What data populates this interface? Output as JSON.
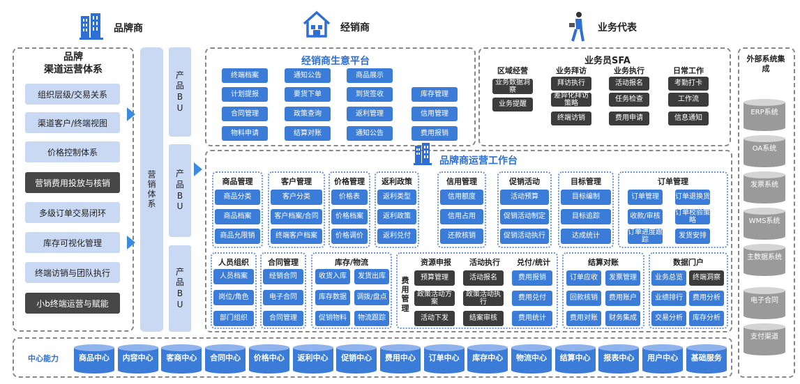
{
  "header": {
    "brand": "品牌商",
    "distributor": "经销商",
    "rep": "业务代表"
  },
  "left": {
    "title": "品牌\n渠道运营体系",
    "items": [
      {
        "label": "组织层级/交易关系",
        "style": "light"
      },
      {
        "label": "渠道客户/终端视图",
        "style": "light"
      },
      {
        "label": "价格控制体系",
        "style": "light"
      },
      {
        "label": "营销费用投放与核销",
        "style": "dark"
      },
      {
        "label": "多级订单交易闭环",
        "style": "light"
      },
      {
        "label": "库存可视化管理",
        "style": "light"
      },
      {
        "label": "终端访销与团队执行",
        "style": "light"
      },
      {
        "label": "小b终端运营与赋能",
        "style": "dark"
      }
    ]
  },
  "marketing_pillar": "营销体系",
  "product_bu": [
    "产品BU",
    "产品BU",
    "产品BU"
  ],
  "dealer_platform": {
    "title": "经销商生意平台",
    "rows": [
      [
        "终端档案",
        "通知公告",
        "商品展示",
        ""
      ],
      [
        "计划提报",
        "要货下单",
        "到货签收",
        "库存管理"
      ],
      [
        "合同管理",
        "政策查询",
        "返利管理",
        "信用管理"
      ],
      [
        "物料申请",
        "结算对账",
        "通知公告",
        "费用报销"
      ]
    ]
  },
  "sfa": {
    "title": "业务员SFA",
    "columns": [
      {
        "title": "区域经营",
        "items": [
          "业务数据洞察",
          "业务提醒"
        ]
      },
      {
        "title": "业务拜访",
        "items": [
          "拜访执行",
          "差异化拜访策略",
          "终端访销"
        ]
      },
      {
        "title": "业务执行",
        "items": [
          "活动报名",
          "任务检查",
          "费用申请"
        ]
      },
      {
        "title": "日常工作",
        "items": [
          "考勤打卡",
          "工作流",
          "信息通知"
        ]
      }
    ]
  },
  "workbench": {
    "title": "品牌商运营工作台",
    "top_groups": [
      {
        "title": "商品管理",
        "items": [
          "商品分类",
          "商品档案",
          "商品允限销"
        ]
      },
      {
        "title": "客户管理",
        "items": [
          "客户分类",
          "客户档案/合同",
          "终端客户档案"
        ]
      },
      {
        "title": "价格管理",
        "items": [
          "价格表",
          "价格档案",
          "价格调价"
        ]
      },
      {
        "title": "返利政策",
        "items": [
          "返利类型",
          "返利政策",
          "返利兑付"
        ]
      },
      {
        "title": "信用管理",
        "items": [
          "信用额度",
          "信用占用",
          "还款核销"
        ]
      },
      {
        "title": "促销活动",
        "items": [
          "活动预算",
          "促销活动制定",
          "促销活动执行"
        ]
      },
      {
        "title": "目标管理",
        "items": [
          "目标编制",
          "目标追踪",
          "达成统计"
        ]
      },
      {
        "title": "订单管理",
        "items": [
          "订单管理",
          "订单退换货",
          "收款/审核",
          "订单校验策略",
          "订单进度跟踪",
          "发货安排"
        ]
      }
    ],
    "bottom": {
      "people": {
        "title": "人员组织",
        "items": [
          "人员档案",
          "岗位/角色",
          "部门组织"
        ]
      },
      "contract": {
        "title": "合同管理",
        "items": [
          "经销合同",
          "电子合同",
          "合同管理"
        ]
      },
      "inventory": {
        "title": "库存/物流",
        "items": [
          "收货入库",
          "发货出库",
          "库存数据",
          "调拨/盘点",
          "促销物料",
          "物流跟踪"
        ]
      },
      "expense": {
        "side": "费用管理",
        "titles": [
          "资源申报",
          "活动执行",
          "兑付/统计"
        ],
        "rows": [
          [
            "预算管理",
            "活动报名",
            "费用报销"
          ],
          [
            "政策活动方案",
            "政策活动执行",
            "费用兑付"
          ],
          [
            "活动下发",
            "结案审核",
            "费用统计"
          ]
        ]
      },
      "settlement": {
        "title": "结算对账",
        "items": [
          "订单应收",
          "发票管理",
          "回款核销",
          "费用账户",
          "费用对账",
          "财务集成"
        ]
      },
      "portal": {
        "title": "数据门户",
        "items": [
          "业务总览",
          "终端洞察",
          "业绩排行",
          "费用分析",
          "交易分析",
          "库存分析"
        ]
      }
    }
  },
  "center": {
    "label": "中心能力",
    "items": [
      "商品中心",
      "内容中心",
      "客商中心",
      "合同中心",
      "价格中心",
      "返利中心",
      "促销中心",
      "费用中心",
      "订单中心",
      "库存中心",
      "物流中心",
      "结算中心",
      "报表中心",
      "用户中心",
      "基础服务"
    ]
  },
  "external": {
    "title": "外部系统集成",
    "items": [
      "ERP系统",
      "OA系统",
      "发票系统",
      "WMS系统",
      "主数据系统",
      "电子合同",
      "支付渠道"
    ]
  },
  "colors": {
    "accent_blue": "#3b7cd9",
    "light_blue": "#c9d8f3",
    "dark": "#474747",
    "grey_cyl": "#9a9a9a"
  }
}
